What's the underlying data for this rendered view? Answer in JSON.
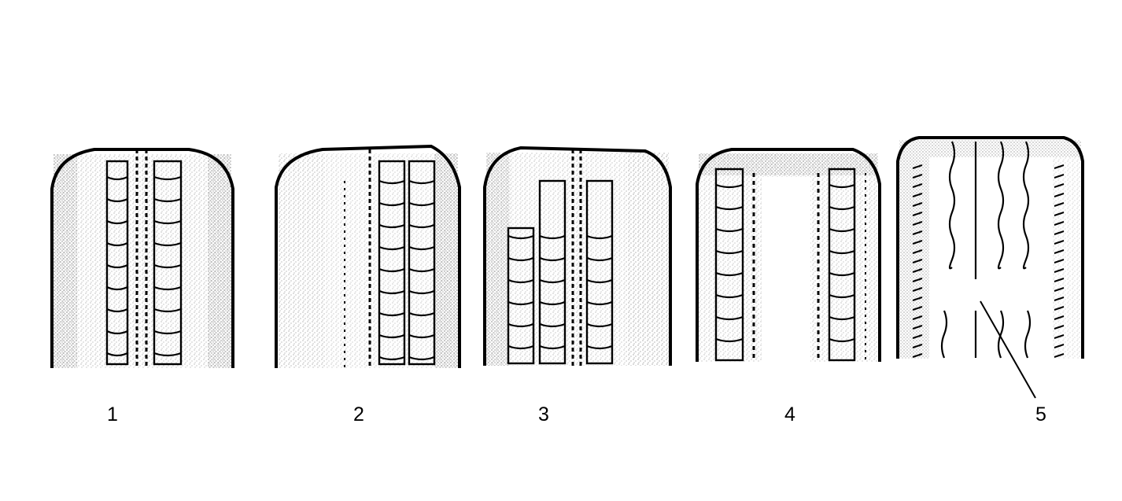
{
  "figure": {
    "tires": [
      {
        "label": "1"
      },
      {
        "label": "2"
      },
      {
        "label": "3"
      },
      {
        "label": "4"
      },
      {
        "label": "5"
      }
    ]
  }
}
